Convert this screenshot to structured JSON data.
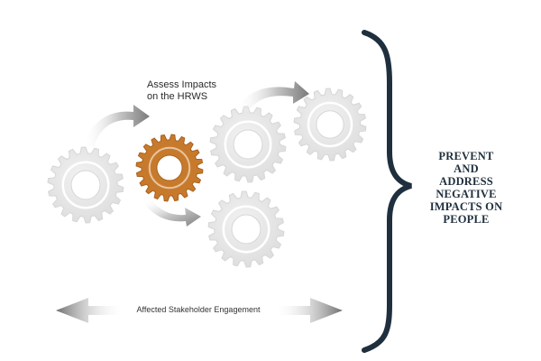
{
  "step": {
    "lines": [
      "Assess Impacts",
      "on the HRWS"
    ]
  },
  "engagement": {
    "label": "Affected Stakeholder Engagement"
  },
  "outcome": {
    "lines": [
      "PREVENT",
      "AND",
      "ADDRESS",
      "NEGATIVE",
      "IMPACTS ON",
      "PEOPLE"
    ]
  },
  "colors": {
    "accent": "#c87a2c",
    "accent_dark": "#a8611c",
    "gear_gray": "#e6e6e6",
    "gear_edge": "#d6d6d6",
    "brace": "#1f2f3d",
    "arrow": "#8a8a8a"
  }
}
